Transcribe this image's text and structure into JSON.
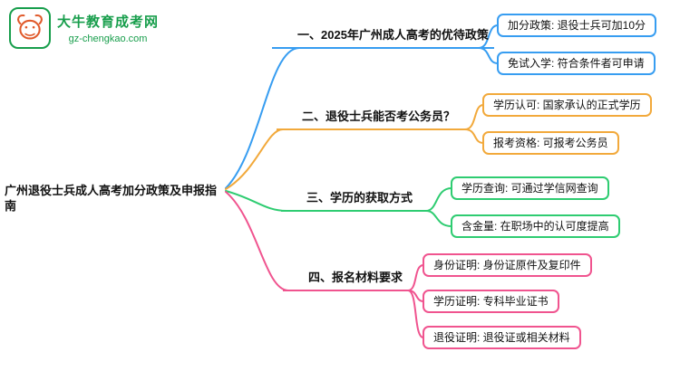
{
  "logo": {
    "site_name": "大牛教育成考网",
    "site_url": "gz-chengkao.com",
    "brand_color": "#189E4C",
    "icon": "bull-icon"
  },
  "root": {
    "label": "广州退役士兵成人高考加分政策及申报指南"
  },
  "branches": [
    {
      "label": "一、2025年广州成人高考的优待政策",
      "color": "#379DF1",
      "leaves": [
        "加分政策: 退役士兵可加10分",
        "免试入学: 符合条件者可申请"
      ]
    },
    {
      "label": "二、退役士兵能否考公务员？",
      "color": "#F2A93B",
      "leaves": [
        "学历认可: 国家承认的正式学历",
        "报考资格: 可报考公务员"
      ]
    },
    {
      "label": "三、学历的获取方式",
      "color": "#2ECC71",
      "leaves": [
        "学历查询: 可通过学信网查询",
        "含金量: 在职场中的认可度提高"
      ]
    },
    {
      "label": "四、报名材料要求",
      "color": "#F0548F",
      "leaves": [
        "身份证明: 身份证原件及复印件",
        "学历证明: 专科毕业证书",
        "退役证明: 退役证或相关材料"
      ]
    }
  ]
}
